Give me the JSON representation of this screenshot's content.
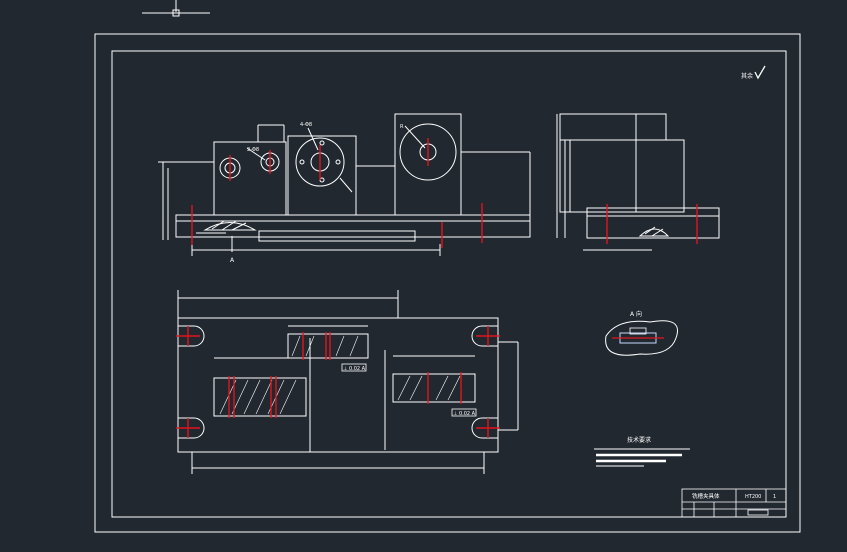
{
  "colors": {
    "background": "#212830",
    "line": "#ffffff",
    "centerline": "#e0141e",
    "highlight": "#c8d8ff"
  },
  "cursor": {
    "icon": "crosshair-cursor-icon"
  },
  "surface_finish": {
    "text": "其余",
    "icon": "roughness-check-icon"
  },
  "front_view": {
    "dim_hole_pair": "2-Φ8",
    "dim_hole_four": "4-Φ8",
    "dim_radius": "R"
  },
  "plan_view": {
    "tolerance_box_1": "⊥ 0.02 A",
    "tolerance_box_2": "⊥ 0.02 A"
  },
  "detail": {
    "label": "A 向"
  },
  "tech_req": {
    "title": "技术要求"
  },
  "title_block": {
    "name": "铣槽夹具体",
    "material": "HT200",
    "qty": "1"
  }
}
